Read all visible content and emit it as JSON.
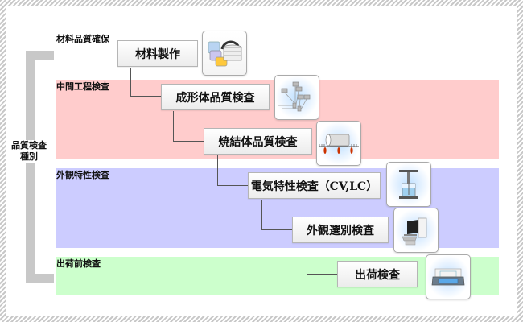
{
  "diagram": {
    "side_label_line1": "品質検査",
    "side_label_line2": "種別",
    "categories": [
      {
        "label": "材料品質確保",
        "color": "#ffffff"
      },
      {
        "label": "中間工程検査",
        "color": "#ffcccc"
      },
      {
        "label": "外観特性検査",
        "color": "#ccccff"
      },
      {
        "label": "出荷前検査",
        "color": "#ccffcc"
      }
    ],
    "steps": [
      {
        "label": "材料製作",
        "icon": "materials-database-icon"
      },
      {
        "label": "成形体品質検査",
        "icon": "sensor-network-icon"
      },
      {
        "label": "焼結体品質検査",
        "icon": "sintering-roller-icon"
      },
      {
        "label": "電気特性検査（CV,LC）",
        "icon": "press-tester-icon"
      },
      {
        "label": "外観選別検査",
        "icon": "computer-workstation-icon"
      },
      {
        "label": "出荷検査",
        "icon": "shipping-scanner-icon"
      }
    ]
  }
}
